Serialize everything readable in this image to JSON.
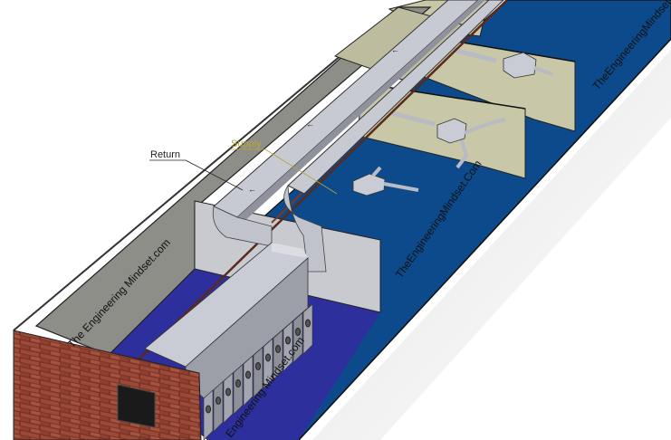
{
  "labels": {
    "return": "Return",
    "supply": "Supply"
  },
  "watermarks": {
    "left_wall": "The Engineering Mindset.com",
    "floor_middle": "TheEngineeringMindset.Com",
    "floor_front": "Engineering Mindset.com",
    "floor_right": "TheEngineeringMindset"
  },
  "colors": {
    "floor_blue": "#0c4a8c",
    "floor_purple": "#2d2f9c",
    "wall_gray": "#8e8e88",
    "partition_beige": "#c8c7a8",
    "duct": "#c7c9d3",
    "brick": "#8a3b2b",
    "supply_label": "#b3a63a"
  }
}
